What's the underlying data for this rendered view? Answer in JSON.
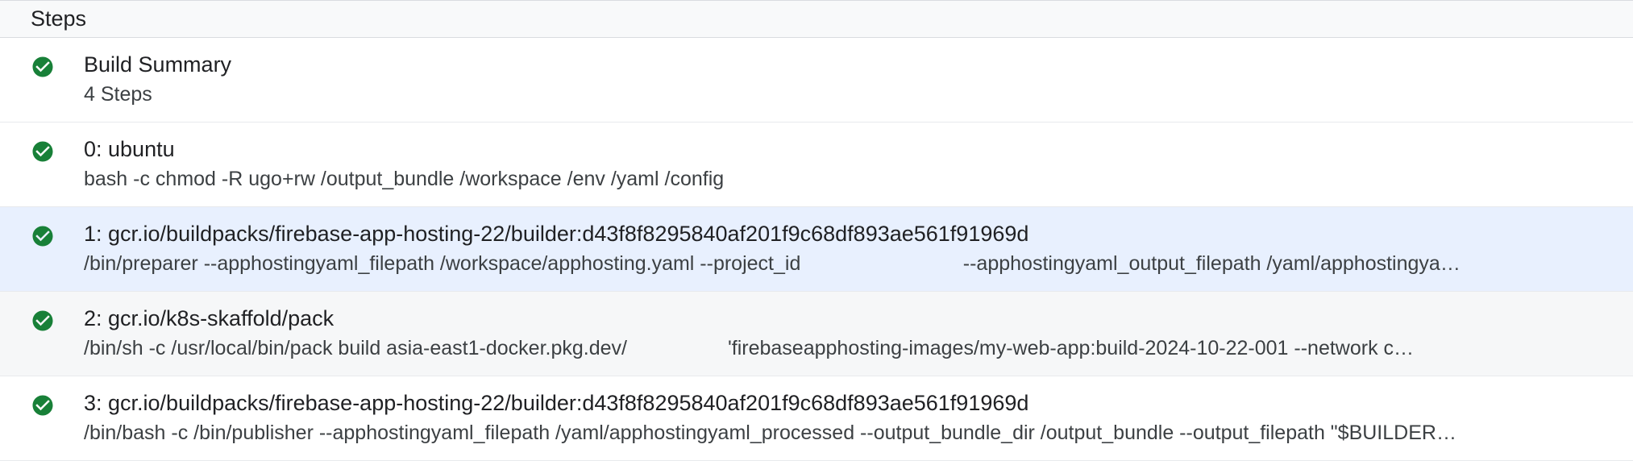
{
  "header": {
    "title": "Steps"
  },
  "colors": {
    "check_green": "#188038",
    "selected_bg": "#e8f0fe",
    "hover_bg": "#f6f7f8",
    "header_bg": "#f8f9fa",
    "divider": "#e8eaed",
    "divider_strong": "#dadce0"
  },
  "icons": {
    "status": "check-circle-icon"
  },
  "steps": [
    {
      "title": "Build Summary",
      "command": "4 Steps",
      "status": "success",
      "state": "default"
    },
    {
      "title": "0: ubuntu",
      "command": "bash -c chmod -R ugo+rw /output_bundle /workspace /env /yaml /config",
      "status": "success",
      "state": "default"
    },
    {
      "title": "1: gcr.io/buildpacks/firebase-app-hosting-22/builder:d43f8f8295840af201f9c68df893ae561f91969d",
      "command": "/bin/preparer --apphostingyaml_filepath /workspace/apphosting.yaml --project_id                             --apphostingyaml_output_filepath /yaml/apphostingya…",
      "status": "success",
      "state": "selected"
    },
    {
      "title": "2: gcr.io/k8s-skaffold/pack",
      "command": "/bin/sh -c /usr/local/bin/pack build asia-east1-docker.pkg.dev/                  'firebaseapphosting-images/my-web-app:build-2024-10-22-001 --network c…",
      "status": "success",
      "state": "hover"
    },
    {
      "title": "3: gcr.io/buildpacks/firebase-app-hosting-22/builder:d43f8f8295840af201f9c68df893ae561f91969d",
      "command": "/bin/bash -c /bin/publisher --apphostingyaml_filepath /yaml/apphostingyaml_processed --output_bundle_dir /output_bundle --output_filepath \"$BUILDER…",
      "status": "success",
      "state": "default"
    }
  ]
}
